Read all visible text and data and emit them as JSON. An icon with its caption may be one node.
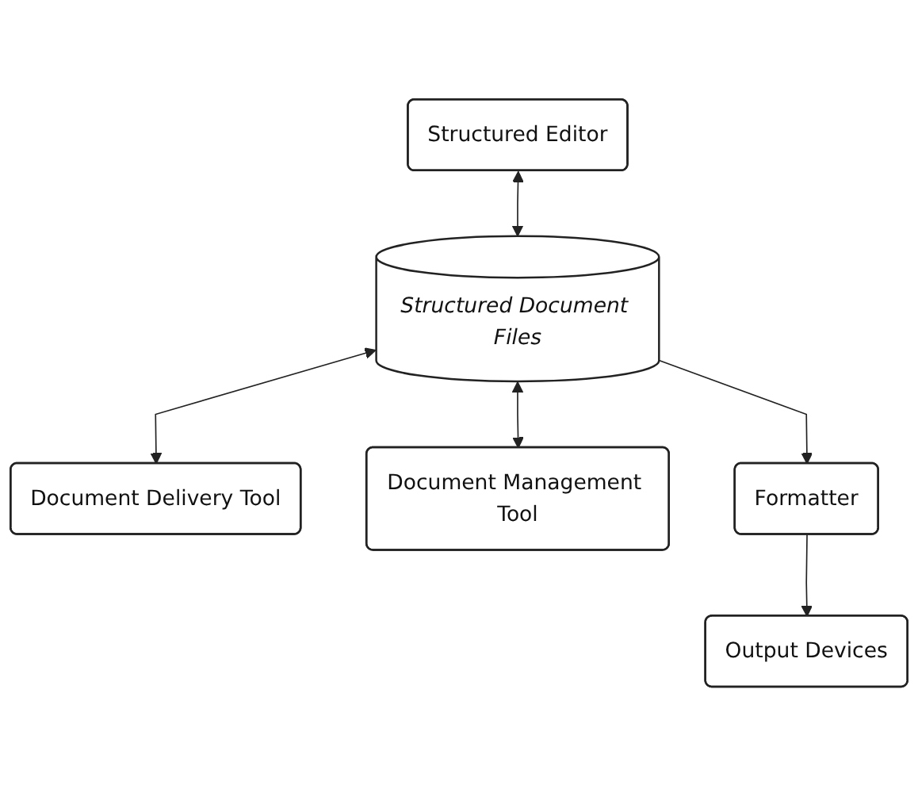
{
  "diagram": {
    "nodes": [
      {
        "text": [
          "Structured Editor"
        ]
      },
      {
        "text": [
          "Document Delivery Tool"
        ]
      },
      {
        "text": [
          "Structured Document Files"
        ]
      },
      {
        "text": [
          "Document Management Tool"
        ]
      },
      {
        "text": [
          "Formatter"
        ]
      },
      {
        "text": [
          "Output Devices"
        ]
      }
    ],
    "edges": [
      {
        "from": 0,
        "to": 2,
        "arrow": "both"
      },
      {
        "from": 2,
        "to": 1,
        "arrow": "both"
      },
      {
        "from": 2,
        "to": 3,
        "arrow": "both"
      },
      {
        "from": 2,
        "to": 4,
        "arrow": "to"
      },
      {
        "from": 4,
        "to": 5,
        "arrow": "to"
      }
    ]
  }
}
